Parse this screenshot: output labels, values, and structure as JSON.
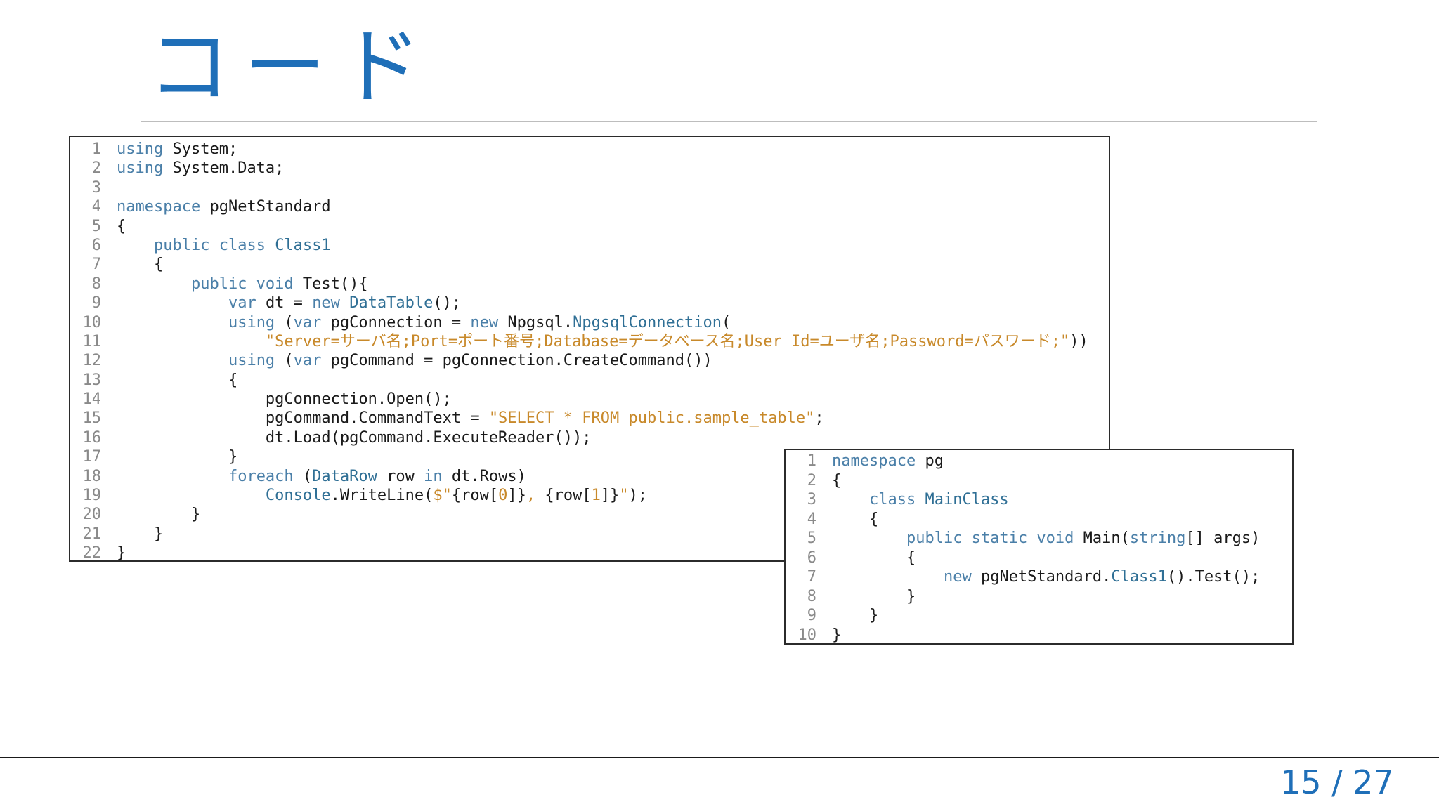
{
  "slide": {
    "title": "コード",
    "page_number": "15 / 27"
  },
  "code_main": {
    "lines": [
      {
        "n": "1",
        "tokens": [
          {
            "t": "using",
            "c": "kw"
          },
          {
            "t": " System;"
          }
        ]
      },
      {
        "n": "2",
        "tokens": [
          {
            "t": "using",
            "c": "kw"
          },
          {
            "t": " System.Data;"
          }
        ]
      },
      {
        "n": "3",
        "tokens": []
      },
      {
        "n": "4",
        "tokens": [
          {
            "t": "namespace",
            "c": "kw"
          },
          {
            "t": " pgNetStandard"
          }
        ]
      },
      {
        "n": "5",
        "tokens": [
          {
            "t": "{"
          }
        ]
      },
      {
        "n": "6",
        "tokens": [
          {
            "t": "    "
          },
          {
            "t": "public class",
            "c": "kw"
          },
          {
            "t": " "
          },
          {
            "t": "Class1",
            "c": "ty"
          }
        ]
      },
      {
        "n": "7",
        "tokens": [
          {
            "t": "    {"
          }
        ]
      },
      {
        "n": "8",
        "tokens": [
          {
            "t": "        "
          },
          {
            "t": "public void",
            "c": "kw"
          },
          {
            "t": " Test(){"
          }
        ]
      },
      {
        "n": "9",
        "tokens": [
          {
            "t": "            "
          },
          {
            "t": "var",
            "c": "kw"
          },
          {
            "t": " dt = "
          },
          {
            "t": "new",
            "c": "kw"
          },
          {
            "t": " "
          },
          {
            "t": "DataTable",
            "c": "ty"
          },
          {
            "t": "();"
          }
        ]
      },
      {
        "n": "10",
        "tokens": [
          {
            "t": "            "
          },
          {
            "t": "using",
            "c": "kw"
          },
          {
            "t": " ("
          },
          {
            "t": "var",
            "c": "kw"
          },
          {
            "t": " pgConnection = "
          },
          {
            "t": "new",
            "c": "kw"
          },
          {
            "t": " Npgsql."
          },
          {
            "t": "NpgsqlConnection",
            "c": "ty"
          },
          {
            "t": "("
          }
        ]
      },
      {
        "n": "11",
        "tokens": [
          {
            "t": "                "
          },
          {
            "t": "\"Server=サーバ名;Port=ポート番号;Database=データベース名;User Id=ユーザ名;Password=パスワード;\"",
            "c": "str"
          },
          {
            "t": "))"
          }
        ]
      },
      {
        "n": "12",
        "tokens": [
          {
            "t": "            "
          },
          {
            "t": "using",
            "c": "kw"
          },
          {
            "t": " ("
          },
          {
            "t": "var",
            "c": "kw"
          },
          {
            "t": " pgCommand = pgConnection.CreateCommand())"
          }
        ]
      },
      {
        "n": "13",
        "tokens": [
          {
            "t": "            {"
          }
        ]
      },
      {
        "n": "14",
        "tokens": [
          {
            "t": "                pgConnection.Open();"
          }
        ]
      },
      {
        "n": "15",
        "tokens": [
          {
            "t": "                pgCommand.CommandText = "
          },
          {
            "t": "\"SELECT * FROM public.sample_table\"",
            "c": "str"
          },
          {
            "t": ";"
          }
        ]
      },
      {
        "n": "16",
        "tokens": [
          {
            "t": "                dt.Load(pgCommand.ExecuteReader());"
          }
        ]
      },
      {
        "n": "17",
        "tokens": [
          {
            "t": "            }"
          }
        ]
      },
      {
        "n": "18",
        "tokens": [
          {
            "t": "            "
          },
          {
            "t": "foreach",
            "c": "kw"
          },
          {
            "t": " ("
          },
          {
            "t": "DataRow",
            "c": "ty"
          },
          {
            "t": " row "
          },
          {
            "t": "in",
            "c": "kw"
          },
          {
            "t": " dt.Rows)"
          }
        ]
      },
      {
        "n": "19",
        "tokens": [
          {
            "t": "                "
          },
          {
            "t": "Console",
            "c": "ty"
          },
          {
            "t": ".WriteLine("
          },
          {
            "t": "$\"",
            "c": "str"
          },
          {
            "t": "{row["
          },
          {
            "t": "0",
            "c": "str"
          },
          {
            "t": "]}"
          },
          {
            "t": ", ",
            "c": "str"
          },
          {
            "t": "{row["
          },
          {
            "t": "1",
            "c": "str"
          },
          {
            "t": "]}"
          },
          {
            "t": "\"",
            "c": "str"
          },
          {
            "t": ");"
          }
        ]
      },
      {
        "n": "20",
        "tokens": [
          {
            "t": "        }"
          }
        ]
      },
      {
        "n": "21",
        "tokens": [
          {
            "t": "    }"
          }
        ]
      },
      {
        "n": "22",
        "tokens": [
          {
            "t": "}"
          }
        ]
      }
    ]
  },
  "code_sub": {
    "lines": [
      {
        "n": "1",
        "tokens": [
          {
            "t": "namespace",
            "c": "kw"
          },
          {
            "t": " pg"
          }
        ]
      },
      {
        "n": "2",
        "tokens": [
          {
            "t": "{"
          }
        ]
      },
      {
        "n": "3",
        "tokens": [
          {
            "t": "    "
          },
          {
            "t": "class",
            "c": "kw"
          },
          {
            "t": " "
          },
          {
            "t": "MainClass",
            "c": "ty"
          }
        ]
      },
      {
        "n": "4",
        "tokens": [
          {
            "t": "    {"
          }
        ]
      },
      {
        "n": "5",
        "tokens": [
          {
            "t": "        "
          },
          {
            "t": "public static void",
            "c": "kw"
          },
          {
            "t": " Main("
          },
          {
            "t": "string",
            "c": "kw"
          },
          {
            "t": "[] args)"
          }
        ]
      },
      {
        "n": "6",
        "tokens": [
          {
            "t": "        {"
          }
        ]
      },
      {
        "n": "7",
        "tokens": [
          {
            "t": "            "
          },
          {
            "t": "new",
            "c": "kw"
          },
          {
            "t": " pgNetStandard."
          },
          {
            "t": "Class1",
            "c": "ty"
          },
          {
            "t": "().Test();"
          }
        ]
      },
      {
        "n": "8",
        "tokens": [
          {
            "t": "        }"
          }
        ]
      },
      {
        "n": "9",
        "tokens": [
          {
            "t": "    }"
          }
        ]
      },
      {
        "n": "10",
        "tokens": [
          {
            "t": "}"
          }
        ]
      }
    ]
  }
}
